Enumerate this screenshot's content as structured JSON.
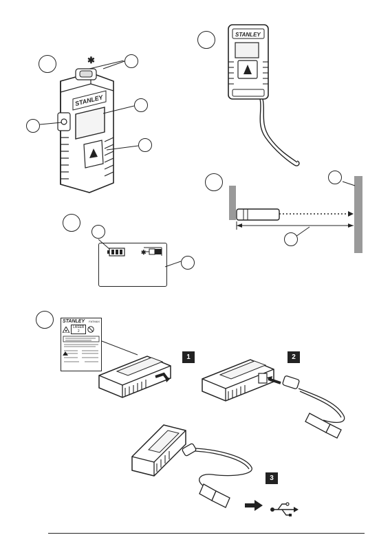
{
  "brand": "STANLEY",
  "steps": [
    "1",
    "2",
    "3"
  ],
  "display": {
    "star": "✱"
  },
  "label_sheet": {
    "brand": "STANLEY",
    "brand_sub": "FATMAX",
    "laser_class": "LASER",
    "laser_num": "2"
  },
  "icons": [
    "laser-warning-icon",
    "no-eye-icon",
    "usb-icon",
    "arrow-right-icon",
    "star-icon"
  ],
  "colors": {
    "ink": "#222222",
    "wall": "#9a9a9a",
    "screen": "#e6e6e6"
  }
}
